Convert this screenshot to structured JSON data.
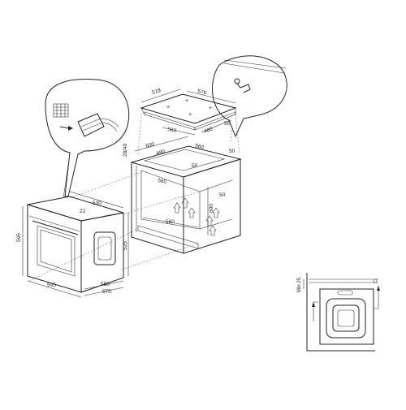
{
  "hob": {
    "width_top": "518",
    "width_right": "576",
    "cutout_width": "560",
    "cutout_depth": "480",
    "gap": "50"
  },
  "cabinet": {
    "top_clearance": "28/40",
    "width_outer": "600",
    "width_inner": "490",
    "width_right": "560",
    "side_gap": "50",
    "inner_depth": "560",
    "gap_small": "50",
    "height": "600",
    "bottom_depth": "560",
    "right_small": "50"
  },
  "oven": {
    "depth": "530",
    "height": "595",
    "height_inner": "525",
    "width": "595",
    "front_depth": "550",
    "body_depth": "575",
    "small_dim": "22"
  },
  "detail": {
    "min_label": "Min 25"
  }
}
